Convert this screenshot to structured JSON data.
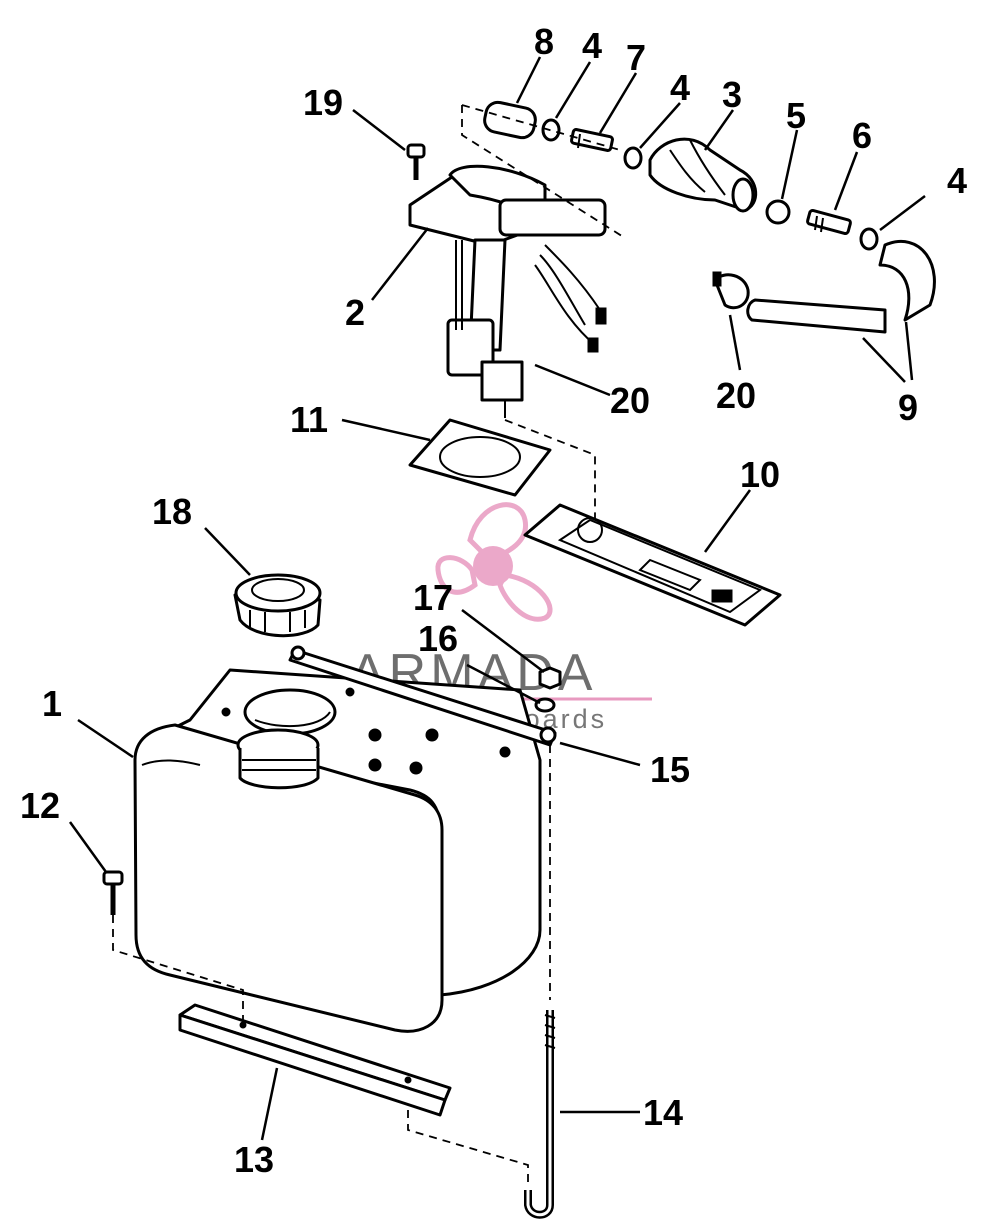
{
  "callouts": {
    "p1": "1",
    "p2": "2",
    "p3": "3",
    "p4a": "4",
    "p4b": "4",
    "p4c": "4",
    "p5": "5",
    "p6": "6",
    "p7": "7",
    "p8": "8",
    "p9": "9",
    "p10": "10",
    "p11": "11",
    "p12": "12",
    "p13": "13",
    "p14": "14",
    "p15": "15",
    "p16": "16",
    "p17": "17",
    "p18": "18",
    "p19": "19",
    "p20a": "20",
    "p20b": "20"
  },
  "watermark": {
    "brand": "ARMADA",
    "tagline": "marine outboards",
    "logo_color": "#e89ac0",
    "text_color": "#6e6e6e"
  }
}
